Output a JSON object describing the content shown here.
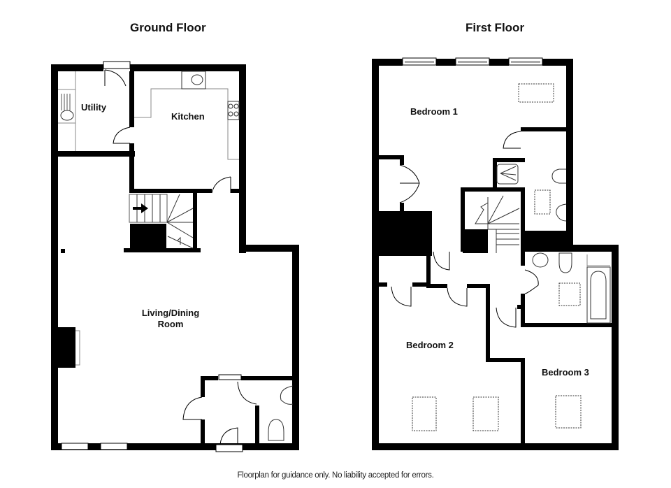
{
  "ground_floor": {
    "title": "Ground Floor",
    "rooms": [
      {
        "name": "Utility"
      },
      {
        "name": "Kitchen"
      },
      {
        "name_line1": "Living/Dining",
        "name_line2": "Room"
      }
    ]
  },
  "first_floor": {
    "title": "First Floor",
    "rooms": [
      {
        "name": "Bedroom 1"
      },
      {
        "name": "Bedroom 2"
      },
      {
        "name": "Bedroom 3"
      }
    ]
  },
  "footer": {
    "disclaimer": "Floorplan for guidance only. No liability accepted for errors."
  },
  "colors": {
    "wall": "#000000",
    "background": "#ffffff",
    "fixture_line": "#888888"
  }
}
